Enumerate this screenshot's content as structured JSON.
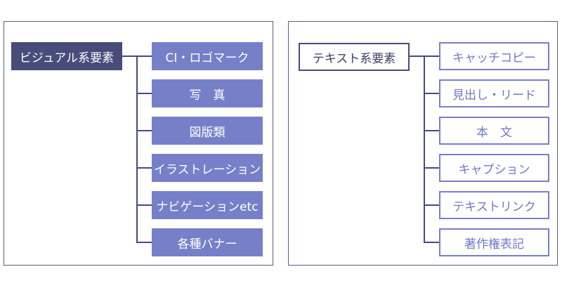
{
  "visual": {
    "root": "ビジュアル系要素",
    "children": [
      "CI・ロゴマーク",
      "写　真",
      "図版類",
      "イラストレーション",
      "ナビゲーションetc",
      "各種バナー"
    ]
  },
  "text": {
    "root": "テキスト系要素",
    "children": [
      "キャッチコピー",
      "見出し・リード",
      "本　文",
      "キャプション",
      "テキストリンク",
      "著作権表記"
    ]
  },
  "colors": {
    "dark": "#474c78",
    "accent": "#7680c8"
  }
}
